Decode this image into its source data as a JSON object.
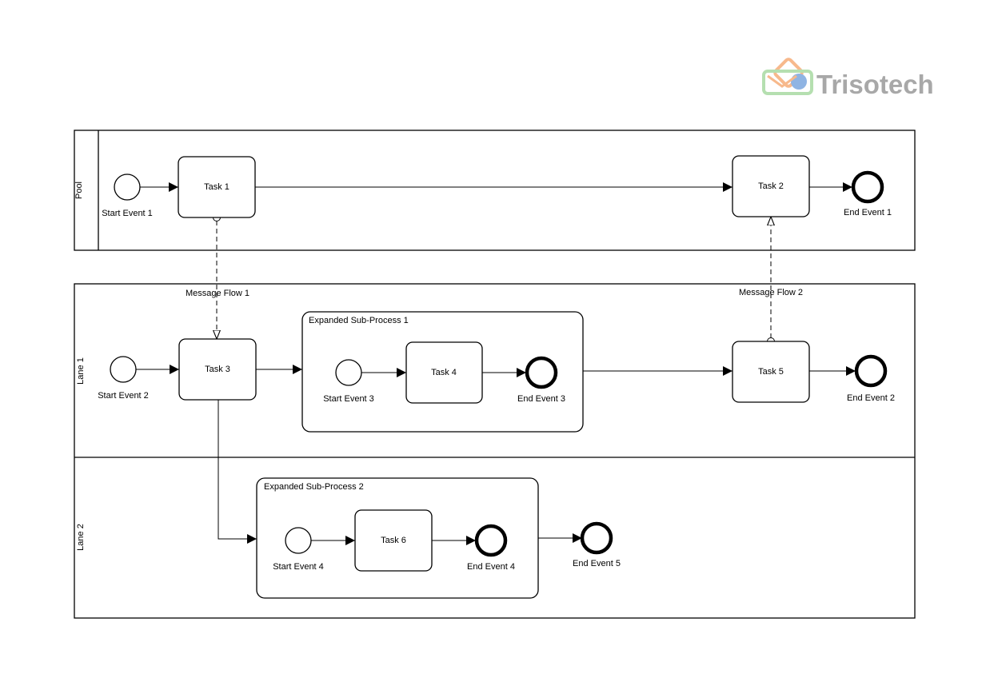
{
  "brand": {
    "name": "Trisotech",
    "logo_colors": {
      "orange": "#f7b98c",
      "blue": "#8fb4e3",
      "green": "#b5dfb0"
    }
  },
  "pool": {
    "label": "Pool"
  },
  "lanes": {
    "lane1": "Lane 1",
    "lane2": "Lane 2"
  },
  "events": {
    "start1": "Start Event 1",
    "start2": "Start Event 2",
    "start3": "Start Event 3",
    "start4": "Start Event 4",
    "end1": "End Event 1",
    "end2": "End Event 2",
    "end3": "End Event 3",
    "end4": "End Event 4",
    "end5": "End Event 5"
  },
  "tasks": {
    "t1": "Task 1",
    "t2": "Task 2",
    "t3": "Task 3",
    "t4": "Task 4",
    "t5": "Task 5",
    "t6": "Task 6"
  },
  "subprocesses": {
    "sp1": "Expanded Sub-Process 1",
    "sp2": "Expanded Sub-Process 2"
  },
  "message_flows": {
    "mf1": "Message Flow 1",
    "mf2": "Message Flow 2"
  }
}
